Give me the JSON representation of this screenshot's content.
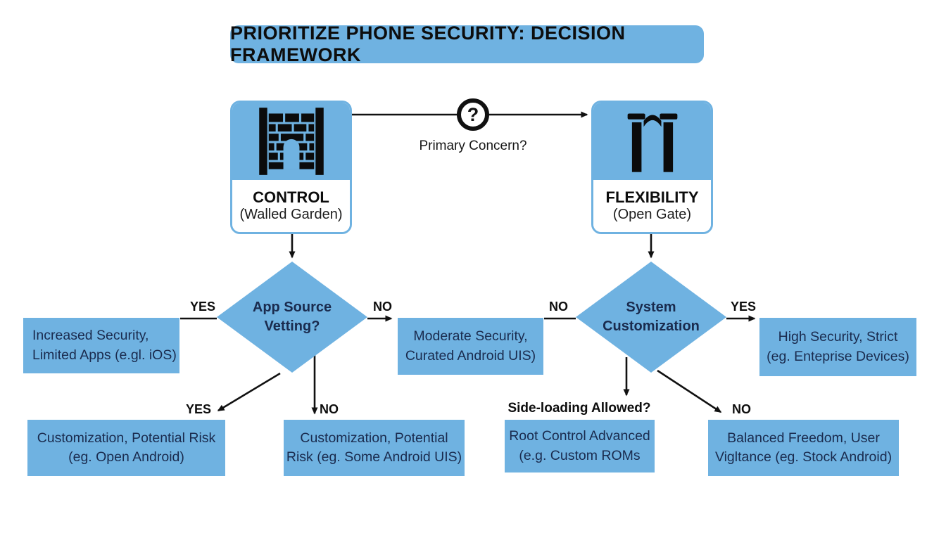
{
  "title": "PRIORITIZE PHONE SECURITY: DECISION FRAMEWORK",
  "colors": {
    "node_blue": "#6FB2E1",
    "text_navy": "#1A2B4E",
    "line_black": "#111111"
  },
  "root": {
    "question_mark": "?",
    "label": "Primary Concern?"
  },
  "branch_control": {
    "title": "CONTROL",
    "subtitle": "(Walled Garden)",
    "icon": "walled-garden-icon"
  },
  "branch_flexibility": {
    "title": "FLEXIBILITY",
    "subtitle": "(Open Gate)",
    "icon": "open-gate-icon"
  },
  "decision_app_source": {
    "line1": "App Source",
    "line2": "Vetting?"
  },
  "decision_system_custom": {
    "line1": "System",
    "line2": "Customization"
  },
  "sideloading_question": "Side-loading Allowed?",
  "labels": {
    "yes": "YES",
    "no": "NO"
  },
  "outcomes": {
    "increased_security": {
      "line1": "Increased Security,",
      "line2": "Limited Apps (e.gl. iOS)"
    },
    "moderate_security": {
      "line1": "Moderate Security,",
      "line2": "Curated Android UIS)"
    },
    "high_security": {
      "line1": "High Security, Strict",
      "line2": "(eg. Enteprise Devices)"
    },
    "customization_open": {
      "line1": "Customization, Potential Risk",
      "line2": "(eg. Open Android)"
    },
    "customization_some": {
      "line1": "Customization, Potential",
      "line2": "Risk (eg. Some Android UIS)"
    },
    "root_control": {
      "line1": "Root Control Advanced",
      "line2": "(e.g. Custom ROMs"
    },
    "balanced_freedom": {
      "line1": "Balanced Freedom, User",
      "line2": "Vigltance (eg. Stock Android)"
    }
  }
}
